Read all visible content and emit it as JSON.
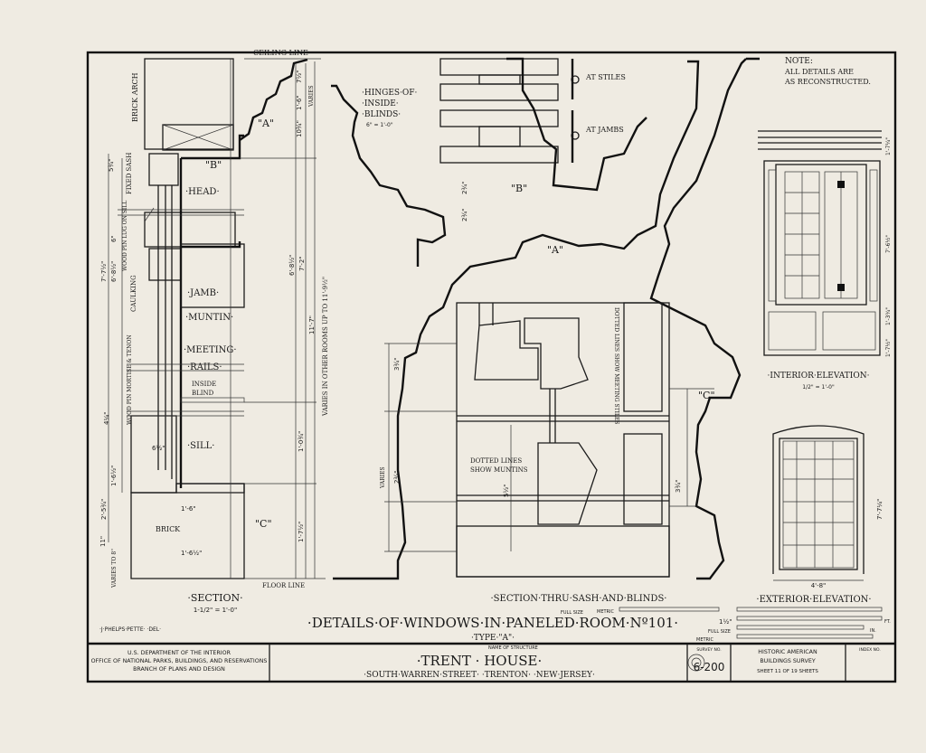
{
  "drawing": {
    "note_title": "NOTE:",
    "note_lines": [
      "ALL DETAILS ARE",
      "AS RECONSTRUCTED."
    ],
    "hinges": {
      "line1": "·HINGES·OF·",
      "line2": "·INSIDE·",
      "line3": "·BLINDS·",
      "scale": "6\" = 1'-0\"",
      "at_stiles": "AT STILES",
      "at_jambs": "AT JAMBS"
    },
    "section": {
      "ceiling_line": "CEILING LINE",
      "brick_arch": "BRICK ARCH",
      "fixed_sash": "FIXED SASH",
      "wood_pin_lug": "WOOD PIN LUG ON SILL",
      "caulking": "CAULKING",
      "wood_pin_mortise": "WOOD PIN MORTISE & TENON",
      "varies_to": "VARIES TO 8\"",
      "head": "·HEAD·",
      "jamb": "·JAMB·",
      "muntin": "·MUNTIN·",
      "meeting": "·MEETING·",
      "rails": "·RAILS·",
      "inside_blind_1": "INSIDE",
      "inside_blind_2": "BLIND",
      "sill": "·SILL·",
      "brick": "BRICK",
      "floor_line": "FLOOR LINE",
      "varies_other_rooms": "VARIES IN OTHER ROOMS UP TO 11'-9½\"",
      "varies": "VARIES",
      "label_a": "\"A\"",
      "label_b": "\"B\"",
      "label_c": "\"C\"",
      "title": "·SECTION·",
      "scale": "1-1/2\" = 1'-0\"",
      "dims": [
        "7½\"",
        "1'-6\"",
        "10¾\"",
        "5¾\"",
        "6\"",
        "7'-7½\"",
        "6'-8½\"",
        "6'-8½\"",
        "7'-2\"",
        "11'-7\"",
        "1'-0¾\"",
        "2'-5¾\"",
        "1'-6½\"",
        "1'-6\"",
        "1'-6½\"",
        "11\"",
        "6½\"",
        "4¼\"",
        "1'-7½\""
      ]
    },
    "sash_section": {
      "label_a": "\"A\"",
      "label_b": "\"B\"",
      "label_c": "\"C\"",
      "dotted_meeting": "DOTTED LINES SHOW MEETING STILES",
      "dotted_muntins_1": "DOTTED LINES",
      "dotted_muntins_2": "SHOW MUNTINS",
      "varies": "VARIES",
      "dims": [
        "3¾\"",
        "2¾\"",
        "5½\"",
        "3¾\"",
        "2¾\"",
        "2¾\""
      ],
      "title": "·SECTION·THRU·SASH·AND·BLINDS·"
    },
    "interior": {
      "title": "·INTERIOR·ELEVATION·",
      "scale": "1/2\" = 1'-0\"",
      "dims": [
        "1'-7¼\"",
        "7'-6½\"",
        "1'-3¾\"",
        "1'-7½\""
      ]
    },
    "exterior": {
      "title": "·EXTERIOR·ELEVATION·",
      "width": "4'-8\"",
      "height": "7'-7¼\""
    },
    "scales": {
      "full_size": "FULL SIZE",
      "metric": "METRIC",
      "half": "1½\"",
      "ft": "FT.",
      "in": "IN.",
      "full_size_2": "FULL SIZE",
      "metric_2": "METRIC"
    },
    "main_title": "·DETAILS·OF·WINDOWS·IN·PANELED·ROOM·Nº101·",
    "type": "·TYPE·\"A\"·",
    "delineator": "·J·PHELPS·PETTE·  ·DEL·"
  },
  "title_block": {
    "agency_1": "U.S. DEPARTMENT OF THE INTERIOR",
    "agency_2": "OFFICE OF NATIONAL PARKS, BUILDINGS, AND RESERVATIONS",
    "agency_3": "BRANCH OF PLANS AND DESIGN",
    "name_label": "NAME OF STRUCTURE",
    "name": "·TRENT · HOUSE·",
    "address": "·SOUTH·WARREN·STREET· ·TRENTON· ·NEW·JERSEY·",
    "survey_label": "SURVEY NO.",
    "survey_no": "6-200",
    "habs_1": "HISTORIC AMERICAN",
    "habs_2": "BUILDINGS SURVEY",
    "sheet": "SHEET 11 OF 19 SHEETS",
    "index_label": "INDEX NO."
  }
}
